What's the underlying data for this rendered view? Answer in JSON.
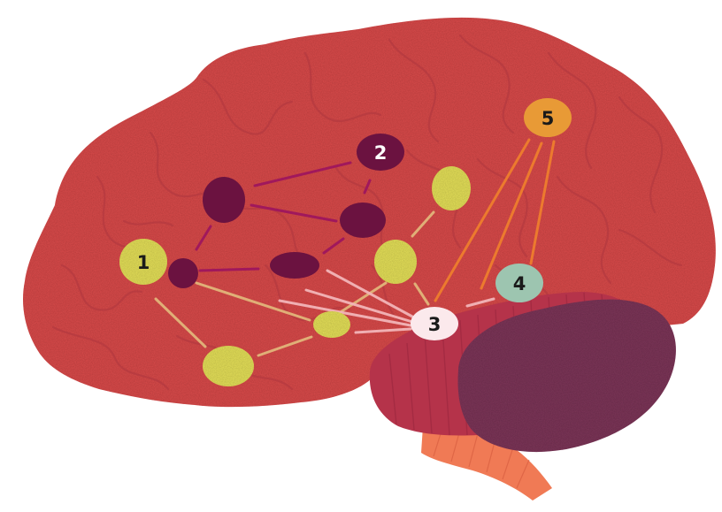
{
  "labels": {
    "n1": "1",
    "n2": "2",
    "n3": "3",
    "n4": "4",
    "n5": "5"
  },
  "colors": {
    "background": "#ffffff",
    "cerebrum": "#d94a4a",
    "cerebrum_shadow": "#bf3a3e",
    "sulci": "#b53a40",
    "brainstem_hub": "#b5334a",
    "cerebellum": "#7c3558",
    "spinal_cord": "#f07a55",
    "network_1": "#e4df58",
    "network_2": "#6b1240",
    "network_3": "#fbe9ec",
    "network_4": "#9dc5b0",
    "network_5": "#e89a36",
    "link_1": "#e2b57a",
    "link_2": "#a0185c",
    "link_3": "#f3b5b8",
    "link_5": "#ec7a2e",
    "label_dark": "#1a1a1a",
    "label_light": "#ffffff"
  }
}
